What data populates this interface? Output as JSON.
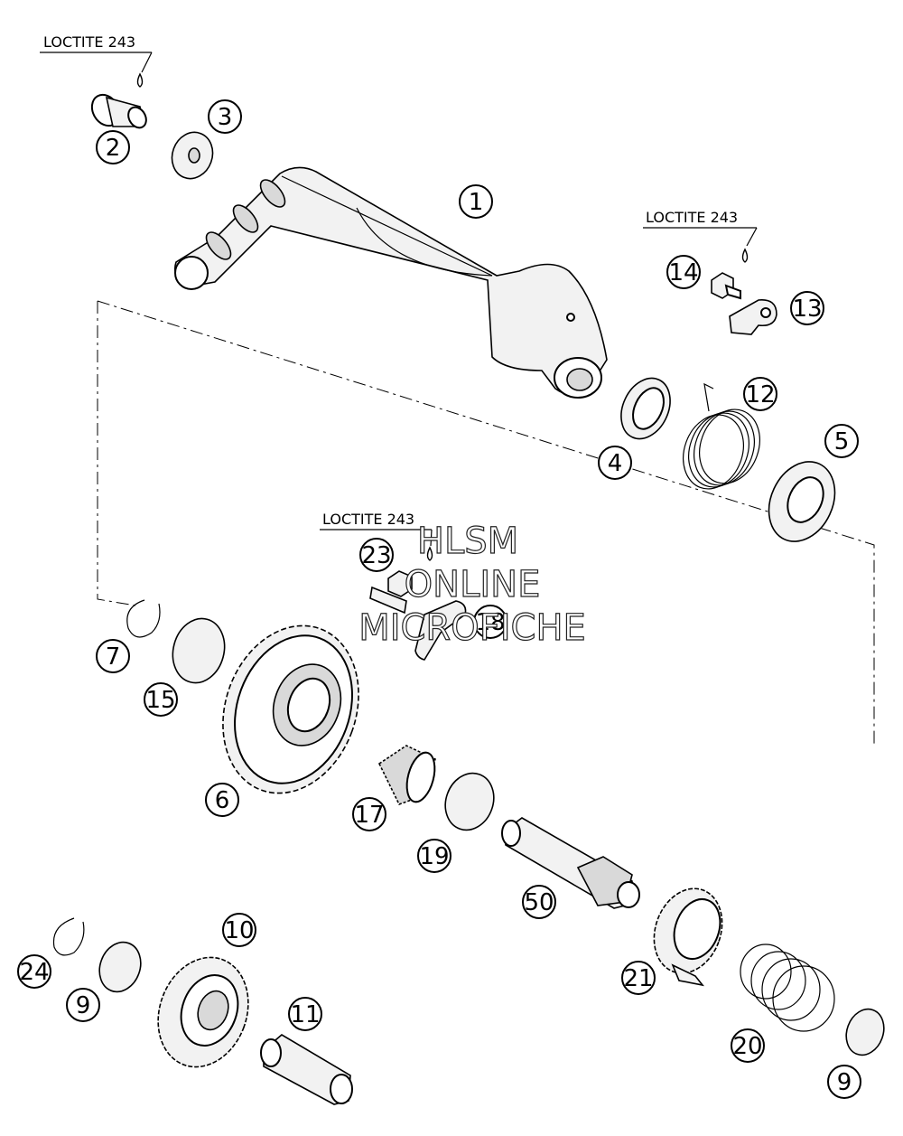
{
  "loctite_labels": [
    "LOCTITE 243",
    "LOCTITE 243",
    "LOCTITE 243"
  ],
  "callouts": [
    "1",
    "2",
    "3",
    "4",
    "5",
    "6",
    "7",
    "9",
    "9",
    "10",
    "11",
    "12",
    "13",
    "14",
    "15",
    "17",
    "18",
    "19",
    "20",
    "21",
    "23",
    "24",
    "50"
  ],
  "watermark": [
    "HLSM",
    "ONLINE",
    "MICROFICHE"
  ]
}
